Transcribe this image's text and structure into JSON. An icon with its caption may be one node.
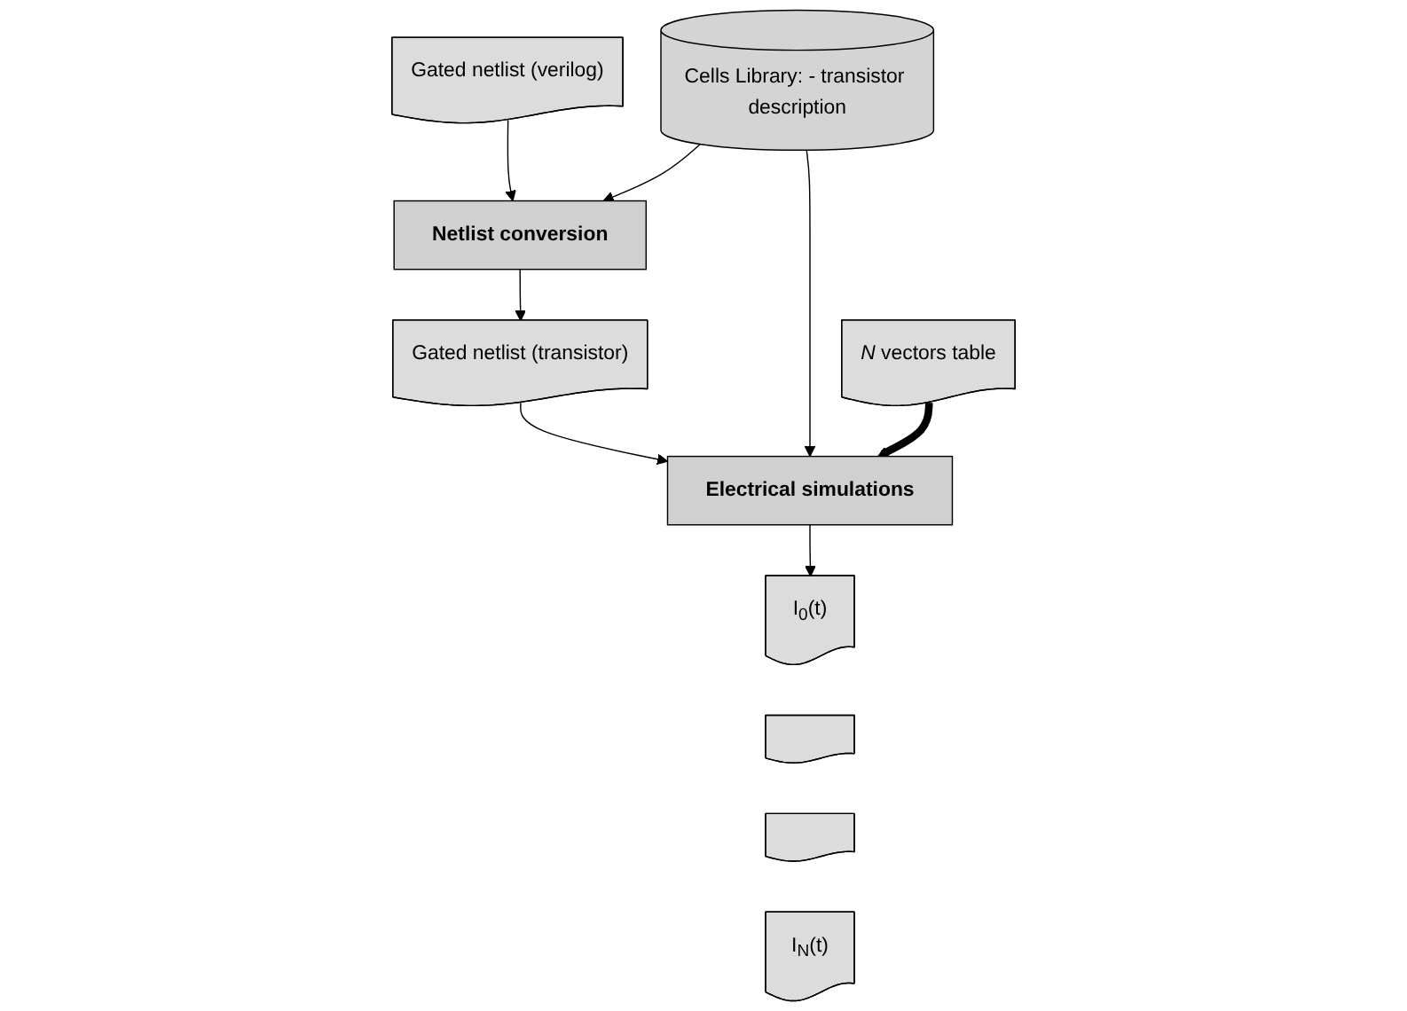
{
  "diagram": {
    "nodes": [
      {
        "text": [
          "Gated netlist (verilog)"
        ]
      },
      {
        "text": [
          "Netlist conversion"
        ]
      },
      {
        "text": [
          "Cells Library: - transistor description"
        ]
      },
      {
        "text": [
          "Gated netlist (transistor)"
        ]
      },
      {
        "text": [
          "Electrical simulations"
        ]
      },
      {
        "text": [
          "*N* vectors table"
        ]
      },
      {
        "text": [
          "I$_{0}$(t)"
        ]
      },
      {
        "text": [],
        "shape": "box"
      },
      {
        "text": [],
        "shape": "box"
      },
      {
        "text": [
          "I$_{N}$(t)"
        ]
      }
    ],
    "edges": [
      {
        "from": 0,
        "to": 1,
        "arrow": "to"
      },
      {
        "from": 2,
        "to": 1,
        "arrow": "to"
      },
      {
        "from": 1,
        "to": 3,
        "arrow": "to"
      },
      {
        "from": 3,
        "to": 4,
        "arrow": "to"
      },
      {
        "from": 2,
        "to": 4,
        "arrow": "to"
      },
      {
        "from": 5,
        "to": 4,
        "arrow": "to",
        "style": "thick"
      },
      {
        "from": 4,
        "to": 6,
        "arrow": "to"
      }
    ]
  }
}
